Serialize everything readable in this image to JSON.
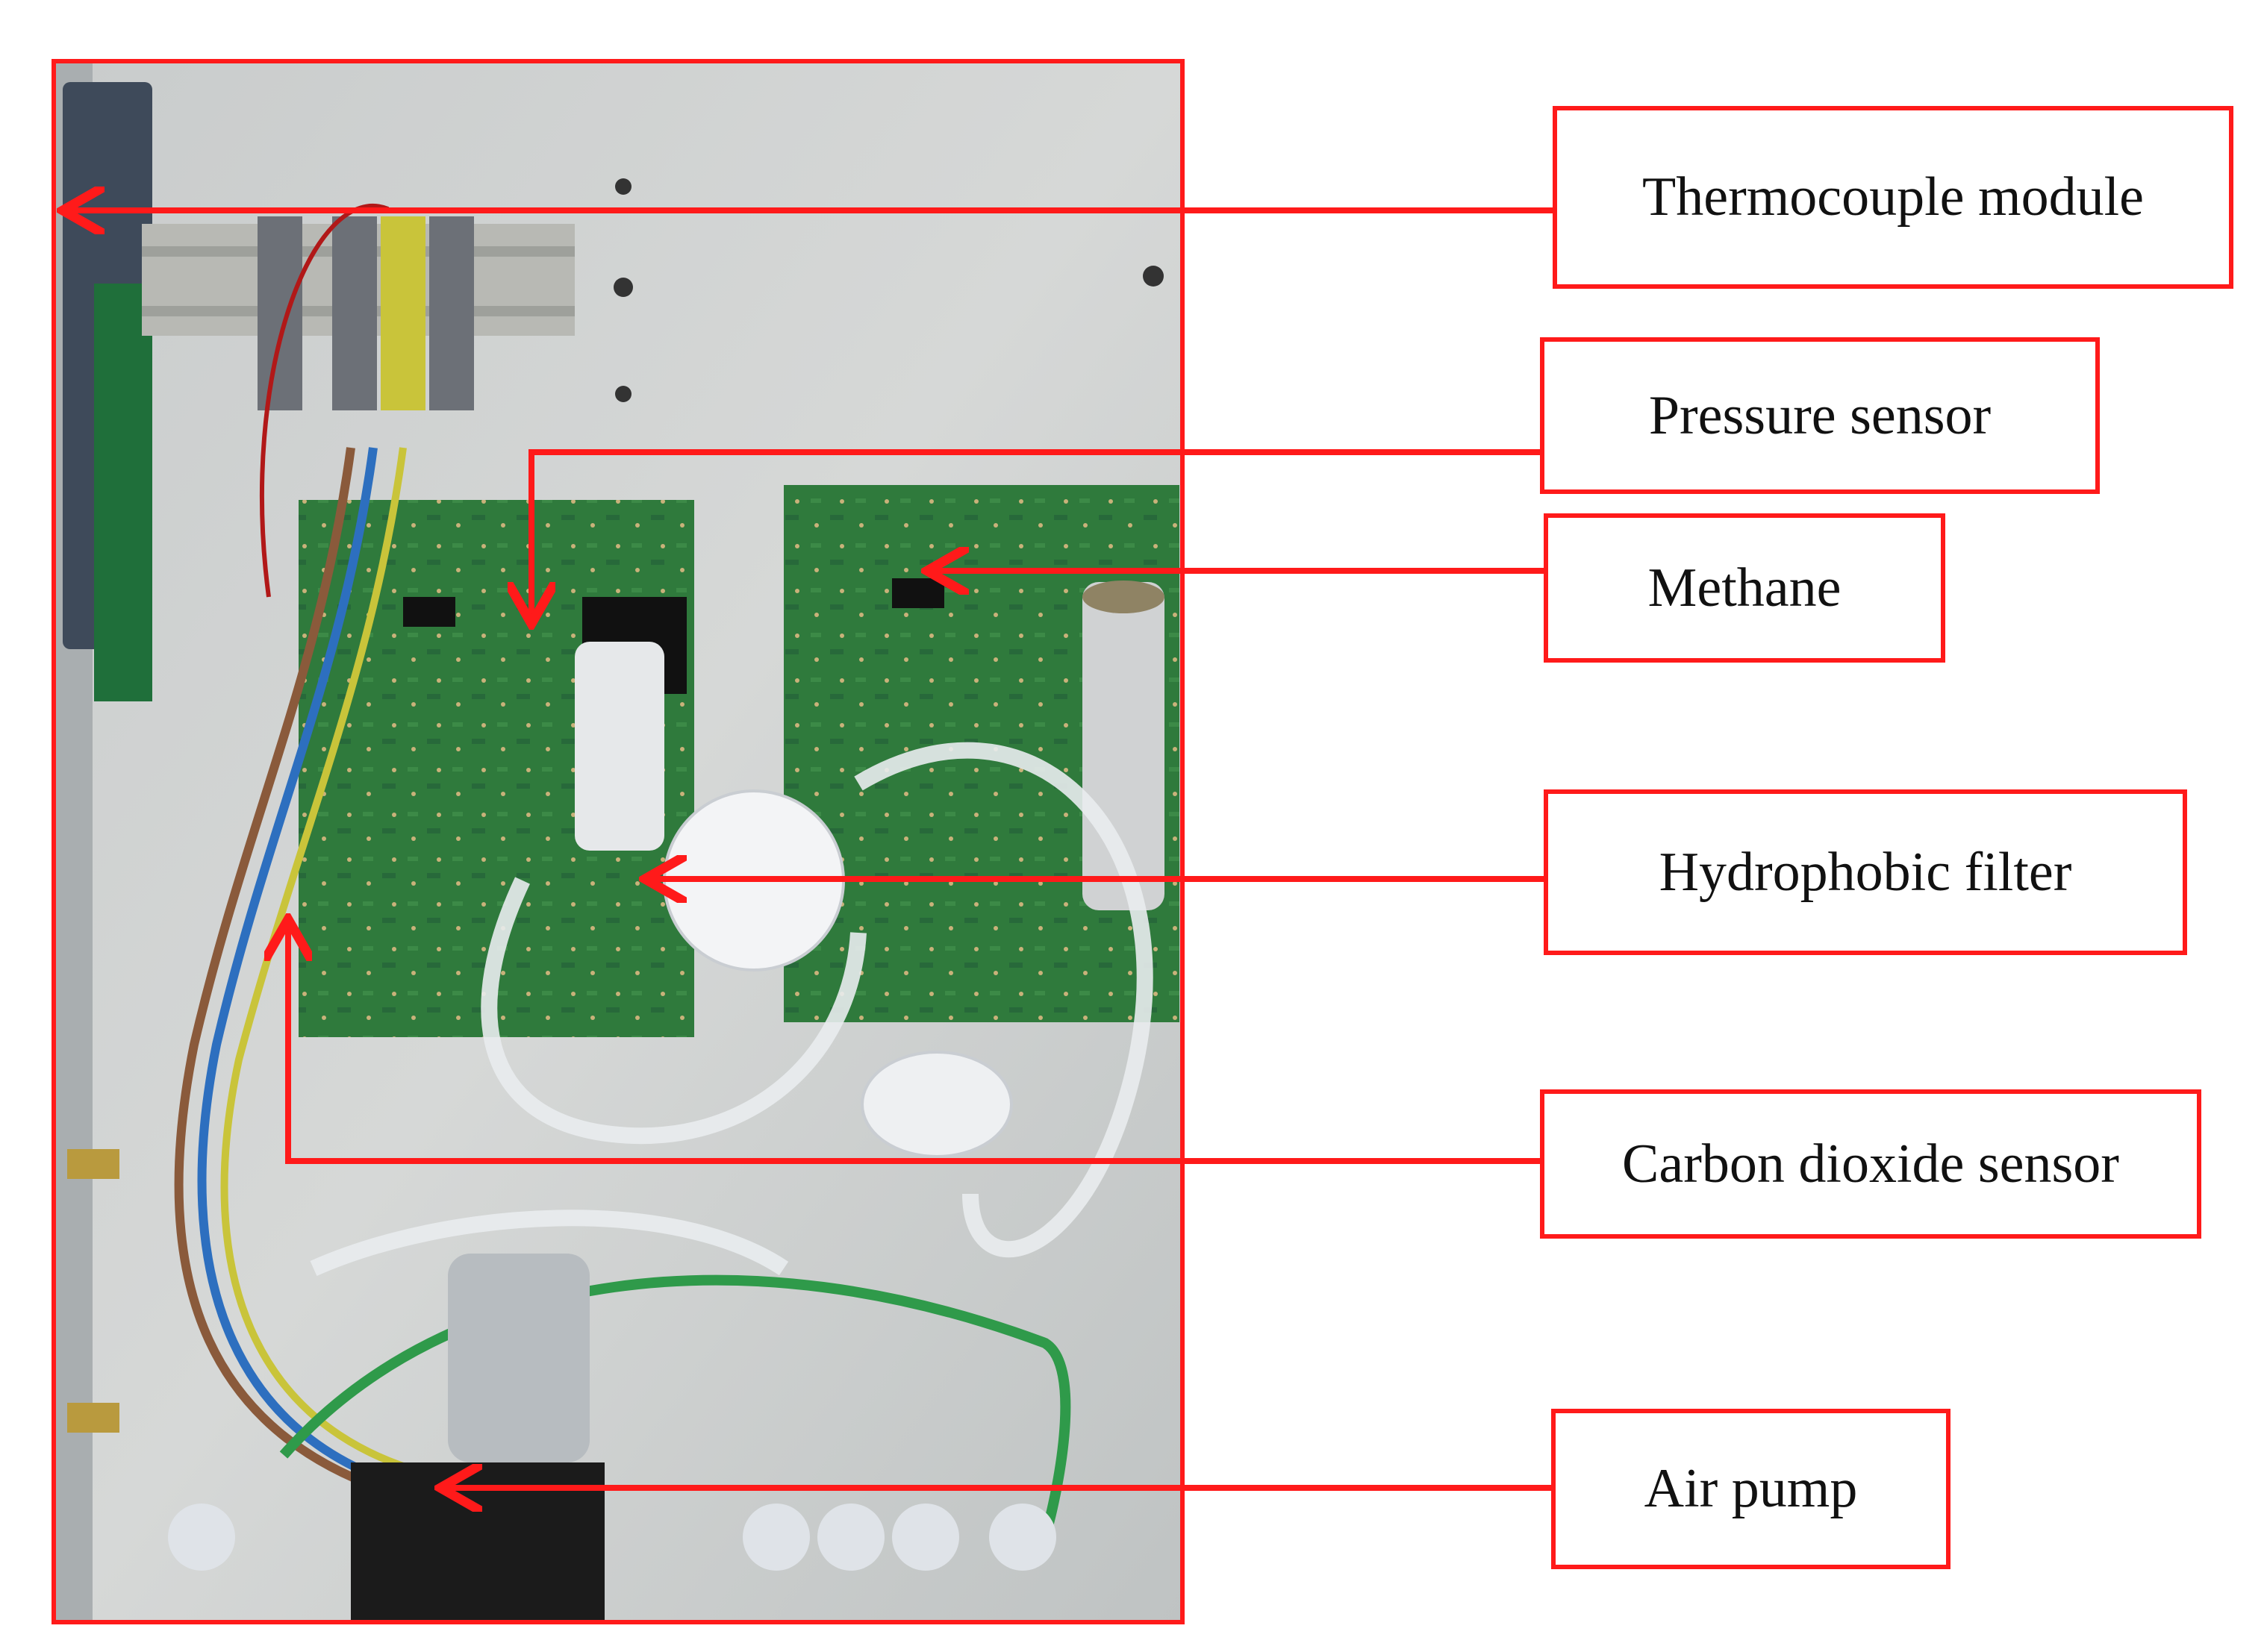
{
  "colors": {
    "annotation": "#ff1a1a",
    "board": "#2f7a3c",
    "panel": "#cfd2d2"
  },
  "photo": {
    "subject": "open enclosure with green circuit boards, sensors, tubing and an air pump"
  },
  "labels": {
    "thermocouple": "Thermocouple module",
    "pressure": "Pressure sensor",
    "methane": "Methane",
    "hydrophobic": "Hydrophobic filter",
    "co2": "Carbon dioxide sensor",
    "pump": "Air pump"
  }
}
